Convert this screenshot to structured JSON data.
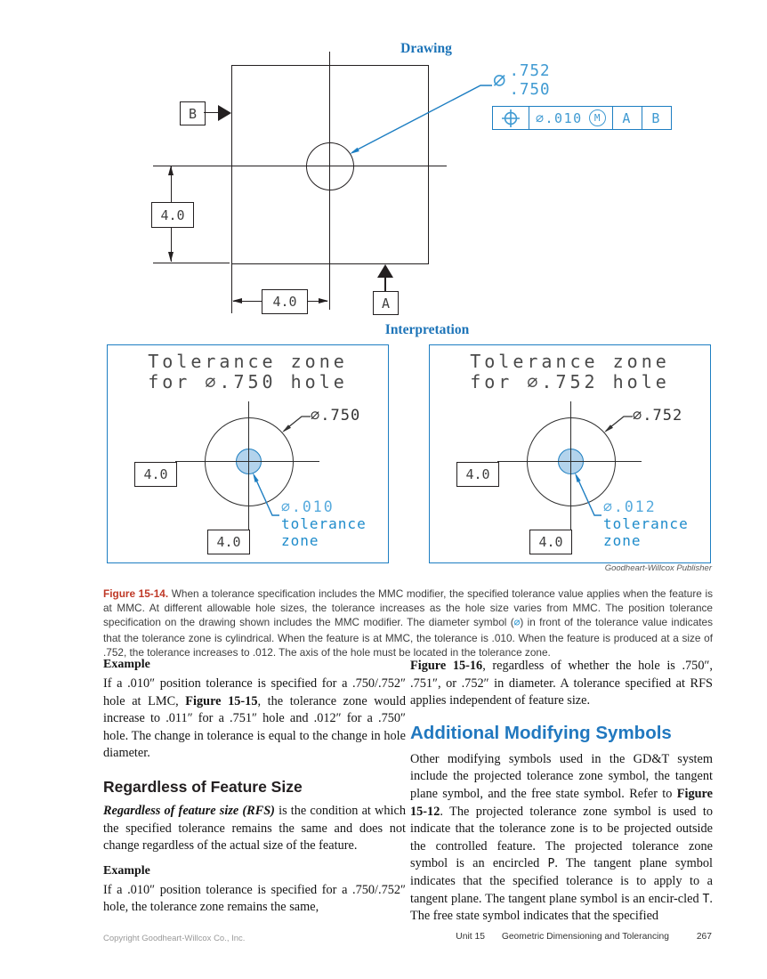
{
  "labels": {
    "drawing": "Drawing",
    "interpretation": "Interpretation",
    "credit": "Goodheart-Willcox Publisher"
  },
  "colors": {
    "drawing_blue": "#1d7ec2",
    "light_blue_text": "#3f9ad2",
    "zone_fill": "#b3d3ec",
    "heading_blue": "#2178bf",
    "figure_red": "#bf3927",
    "line_black": "#231f20"
  },
  "drawing": {
    "datum_b": "B",
    "datum_a": "A",
    "dim_vertical": "4.0",
    "dim_horizontal": "4.0",
    "hole_size": {
      "diameter_symbol": "⌀",
      "upper": ".752",
      "lower": ".750"
    },
    "fcf": {
      "position_symbol": "position-symbol",
      "tolerance": "⌀.010",
      "modifier": "M",
      "datum1": "A",
      "datum2": "B"
    }
  },
  "panels": [
    {
      "title_line1": "Tolerance zone",
      "title_line2": "for ⌀.750 hole",
      "hole_label": "⌀.750",
      "zone_label": "⌀.010",
      "zone_word1": "tolerance",
      "zone_word2": "zone",
      "dim_left": "4.0",
      "dim_bottom": "4.0"
    },
    {
      "title_line1": "Tolerance zone",
      "title_line2": "for ⌀.752 hole",
      "hole_label": "⌀.752",
      "zone_label": "⌀.012",
      "zone_word1": "tolerance",
      "zone_word2": "zone",
      "dim_left": "4.0",
      "dim_bottom": "4.0"
    }
  ],
  "caption": {
    "segments": [
      {
        "t": "Figure 15-14. ",
        "c": "figlabel"
      },
      {
        "t": "When a tolerance specification includes the MMC modifier, the specified tolerance value applies when the feature is at MMC. At different allowable hole sizes, the tolerance increases as the hole size varies from MMC. The position tolerance specification on the drawing shown includes the MMC modifier. The diameter symbol ("
      },
      {
        "t": "⌀",
        "c": "cad"
      },
      {
        "t": ") in front of the tolerance value indicates that the tolerance zone is cylindrical. When the feature is at MMC, the tolerance is .010. When the feature is produced at a size of .752, the tolerance increases to .012. The axis of the hole must be located in the tolerance zone."
      }
    ]
  },
  "columns": {
    "left": {
      "example1_heading": "Example",
      "p1": [
        {
          "t": "If a .010″ position tolerance is specified for a .750/.752″ hole at LMC, "
        },
        {
          "t": "Figure 15-15",
          "b": true
        },
        {
          "t": ", the tolerance zone would increase to .011″ for a .751″ hole and .012″ for a .750″ hole. The change in tolerance is equal to the change in hole diameter."
        }
      ],
      "rfs_heading": "Regardless of Feature Size",
      "p2": [
        {
          "t": "Regardless of feature size (RFS)",
          "b": true,
          "i": true
        },
        {
          "t": " is the condition at which the specified tolerance remains the same and does not change regardless of the actual size of the feature."
        }
      ],
      "example2_heading": "Example",
      "p3": [
        {
          "t": "If a .010″ position tolerance is specified for a .750/.752″ hole, the tolerance zone remains the same,"
        }
      ]
    },
    "right": {
      "p1": [
        {
          "t": "Figure 15-16",
          "b": true
        },
        {
          "t": ", regardless of whether the hole is .750″, .751″, or .752″ in diameter. A tolerance specified at RFS applies independent of feature size."
        }
      ],
      "heading": "Additional Modifying Symbols",
      "p2": [
        {
          "t": "Other modifying symbols used in the GD&T system include the projected tolerance zone symbol, the tangent plane symbol, and the free state symbol. Refer to "
        },
        {
          "t": "Figure 15-12",
          "b": true
        },
        {
          "t": ". The projected tolerance zone symbol is used to indicate that the tolerance zone is to be projected outside the controlled feature. The projected tolerance zone symbol is an encircled "
        },
        {
          "t": "P",
          "c": "sym"
        },
        {
          "t": ". The tangent plane symbol indicates that the specified tolerance is to apply to a tangent plane. The tangent plane symbol is an encir-cled "
        },
        {
          "t": "T",
          "c": "sym"
        },
        {
          "t": ". The free state symbol indicates that the specified"
        }
      ]
    }
  },
  "footer": {
    "copyright": "Copyright Goodheart-Willcox Co., Inc.",
    "unit": "Unit 15",
    "unit_title": "Geometric Dimensioning and Tolerancing",
    "page_number": "267"
  }
}
